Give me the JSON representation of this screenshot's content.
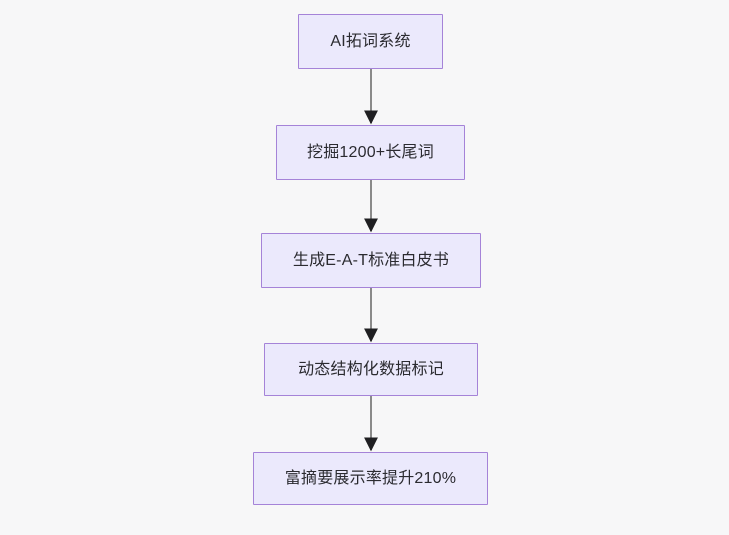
{
  "diagram": {
    "type": "flowchart",
    "direction": "top-to-bottom",
    "background_color": "#f7f7f8",
    "node_fill_color": "#ebe9fc",
    "node_border_color": "#a583d8",
    "node_text_color": "#2b2b30",
    "edge_color": "#8a8a8a",
    "arrowhead_color": "#1f1f22",
    "nodes": [
      {
        "id": "n0",
        "label": "AI拓词系统"
      },
      {
        "id": "n1",
        "label": "挖掘1200+长尾词"
      },
      {
        "id": "n2",
        "label": "生成E-A-T标准白皮书"
      },
      {
        "id": "n3",
        "label": "动态结构化数据标记"
      },
      {
        "id": "n4",
        "label": "富摘要展示率提升210%"
      }
    ],
    "edges": [
      {
        "from": "n0",
        "to": "n1",
        "label": ""
      },
      {
        "from": "n1",
        "to": "n2",
        "label": ""
      },
      {
        "from": "n2",
        "to": "n3",
        "label": ""
      },
      {
        "from": "n3",
        "to": "n4",
        "label": ""
      }
    ]
  }
}
